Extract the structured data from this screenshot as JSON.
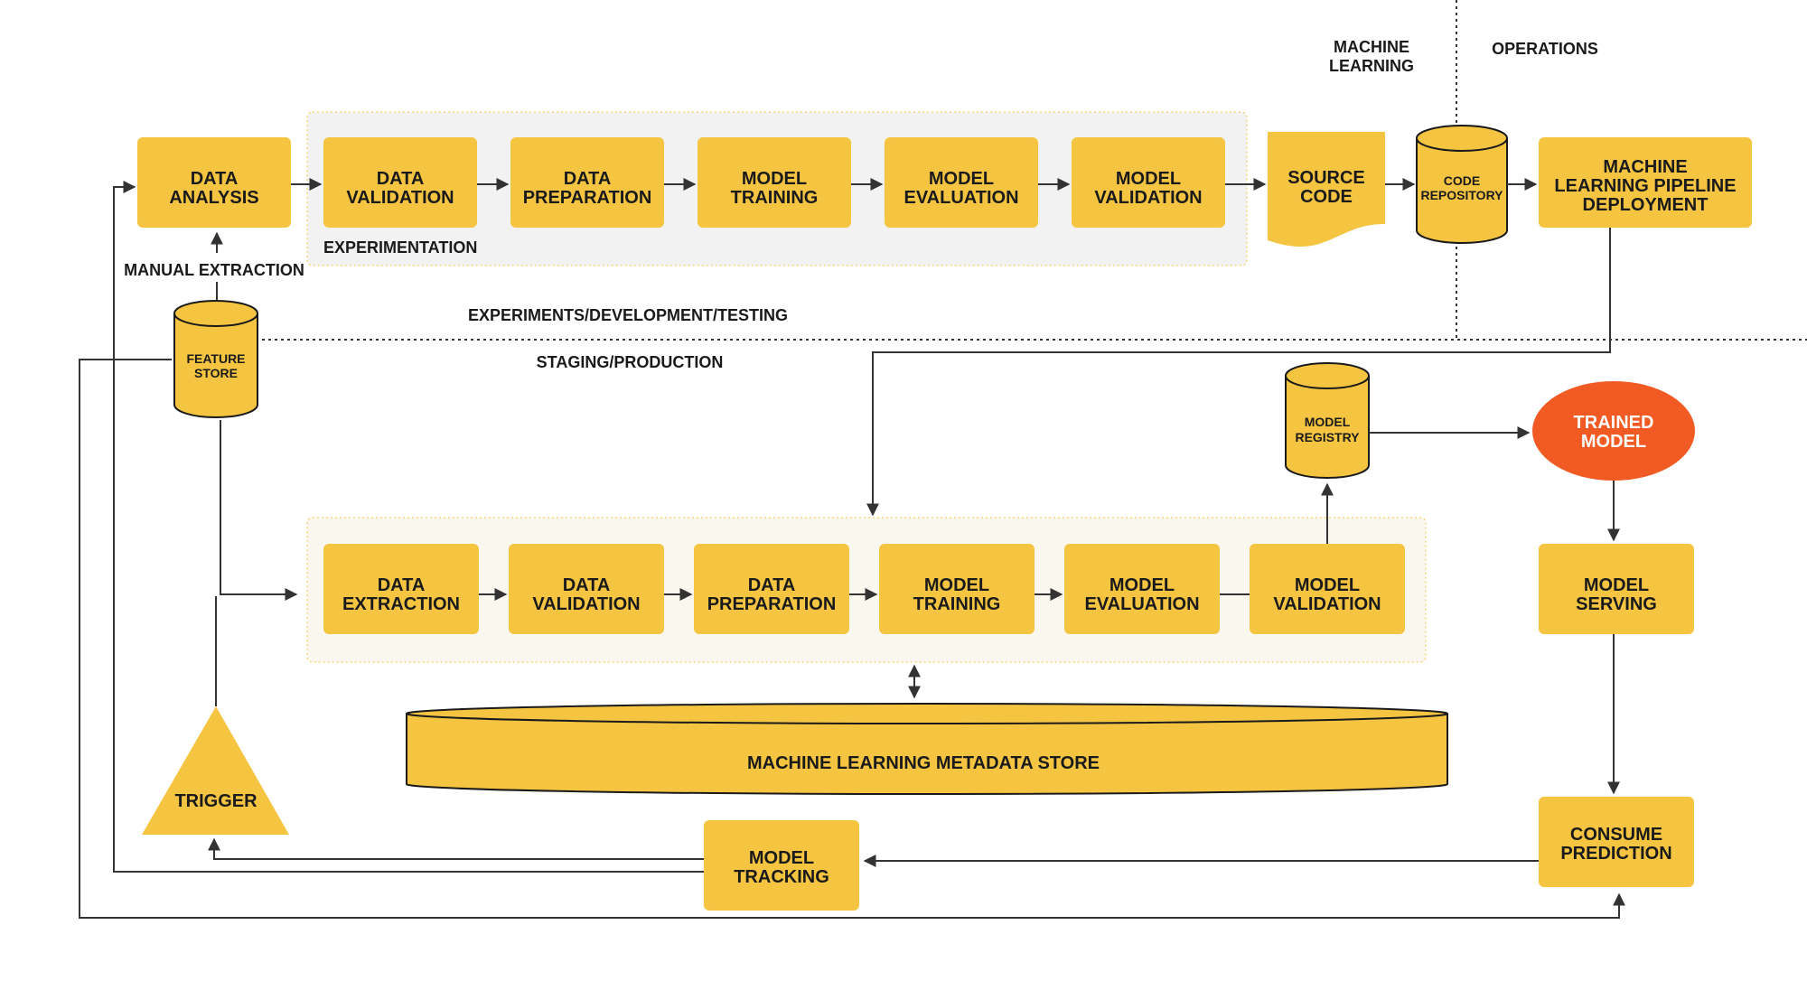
{
  "colors": {
    "box": "#f5c542",
    "trained_model": "#f15a22",
    "group_bg": "#f2f2f2",
    "line": "#333333"
  },
  "headers": {
    "ml_line1": "MACHINE",
    "ml_line2": "LEARNING",
    "ops": "OPERATIONS"
  },
  "experimentation": {
    "label": "EXPERIMENTATION",
    "steps": [
      [
        "DATA",
        "VALIDATION"
      ],
      [
        "DATA",
        "PREPARATION"
      ],
      [
        "MODEL",
        "TRAINING"
      ],
      [
        "MODEL",
        "EVALUATION"
      ],
      [
        "MODEL",
        "VALIDATION"
      ]
    ]
  },
  "data_analysis": [
    "DATA",
    "ANALYSIS"
  ],
  "manual_extraction": "MANUAL EXTRACTION",
  "feature_store": [
    "FEATURE",
    "STORE"
  ],
  "source_code": [
    "SOURCE",
    "CODE"
  ],
  "code_repository": [
    "CODE",
    "REPOSITORY"
  ],
  "pipeline_deployment": [
    "MACHINE",
    "LEARNING PIPELINE",
    "DEPLOYMENT"
  ],
  "zone_labels": {
    "top": "EXPERIMENTS/DEVELOPMENT/TESTING",
    "bottom": "STAGING/PRODUCTION"
  },
  "model_registry": [
    "MODEL",
    "REGISTRY"
  ],
  "trained_model": [
    "TRAINED",
    "MODEL"
  ],
  "production": {
    "steps": [
      [
        "DATA",
        "EXTRACTION"
      ],
      [
        "DATA",
        "VALIDATION"
      ],
      [
        "DATA",
        "PREPARATION"
      ],
      [
        "MODEL",
        "TRAINING"
      ],
      [
        "MODEL",
        "EVALUATION"
      ],
      [
        "MODEL",
        "VALIDATION"
      ]
    ]
  },
  "model_serving": [
    "MODEL",
    "SERVING"
  ],
  "metadata_store": "MACHINE LEARNING METADATA STORE",
  "trigger": "TRIGGER",
  "model_tracking": [
    "MODEL",
    "TRACKING"
  ],
  "consume_prediction": [
    "CONSUME",
    "PREDICTION"
  ]
}
